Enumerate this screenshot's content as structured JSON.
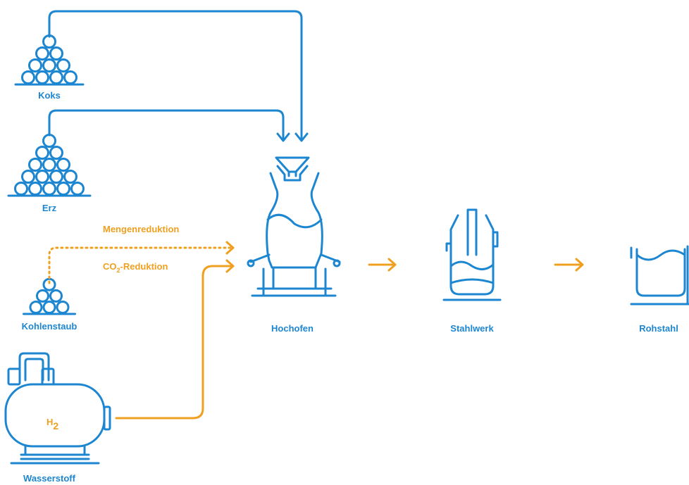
{
  "colors": {
    "blue": "#1d86d1",
    "orange": "#f0a020"
  },
  "materials": {
    "koks": "Koks",
    "erz": "Erz",
    "kohlenstaub": "Kohlenstaub",
    "wasserstoff": "Wasserstoff",
    "h2_symbol": "H",
    "h2_subscript": "2"
  },
  "stations": {
    "hochofen": "Hochofen",
    "stahlwerk": "Stahlwerk",
    "rohstahl": "Rohstahl"
  },
  "annotations": {
    "mengenreduktion": "Mengenreduktion",
    "co2_prefix": "CO",
    "co2_subscript": "2",
    "co2_suffix": "-Reduktion"
  }
}
